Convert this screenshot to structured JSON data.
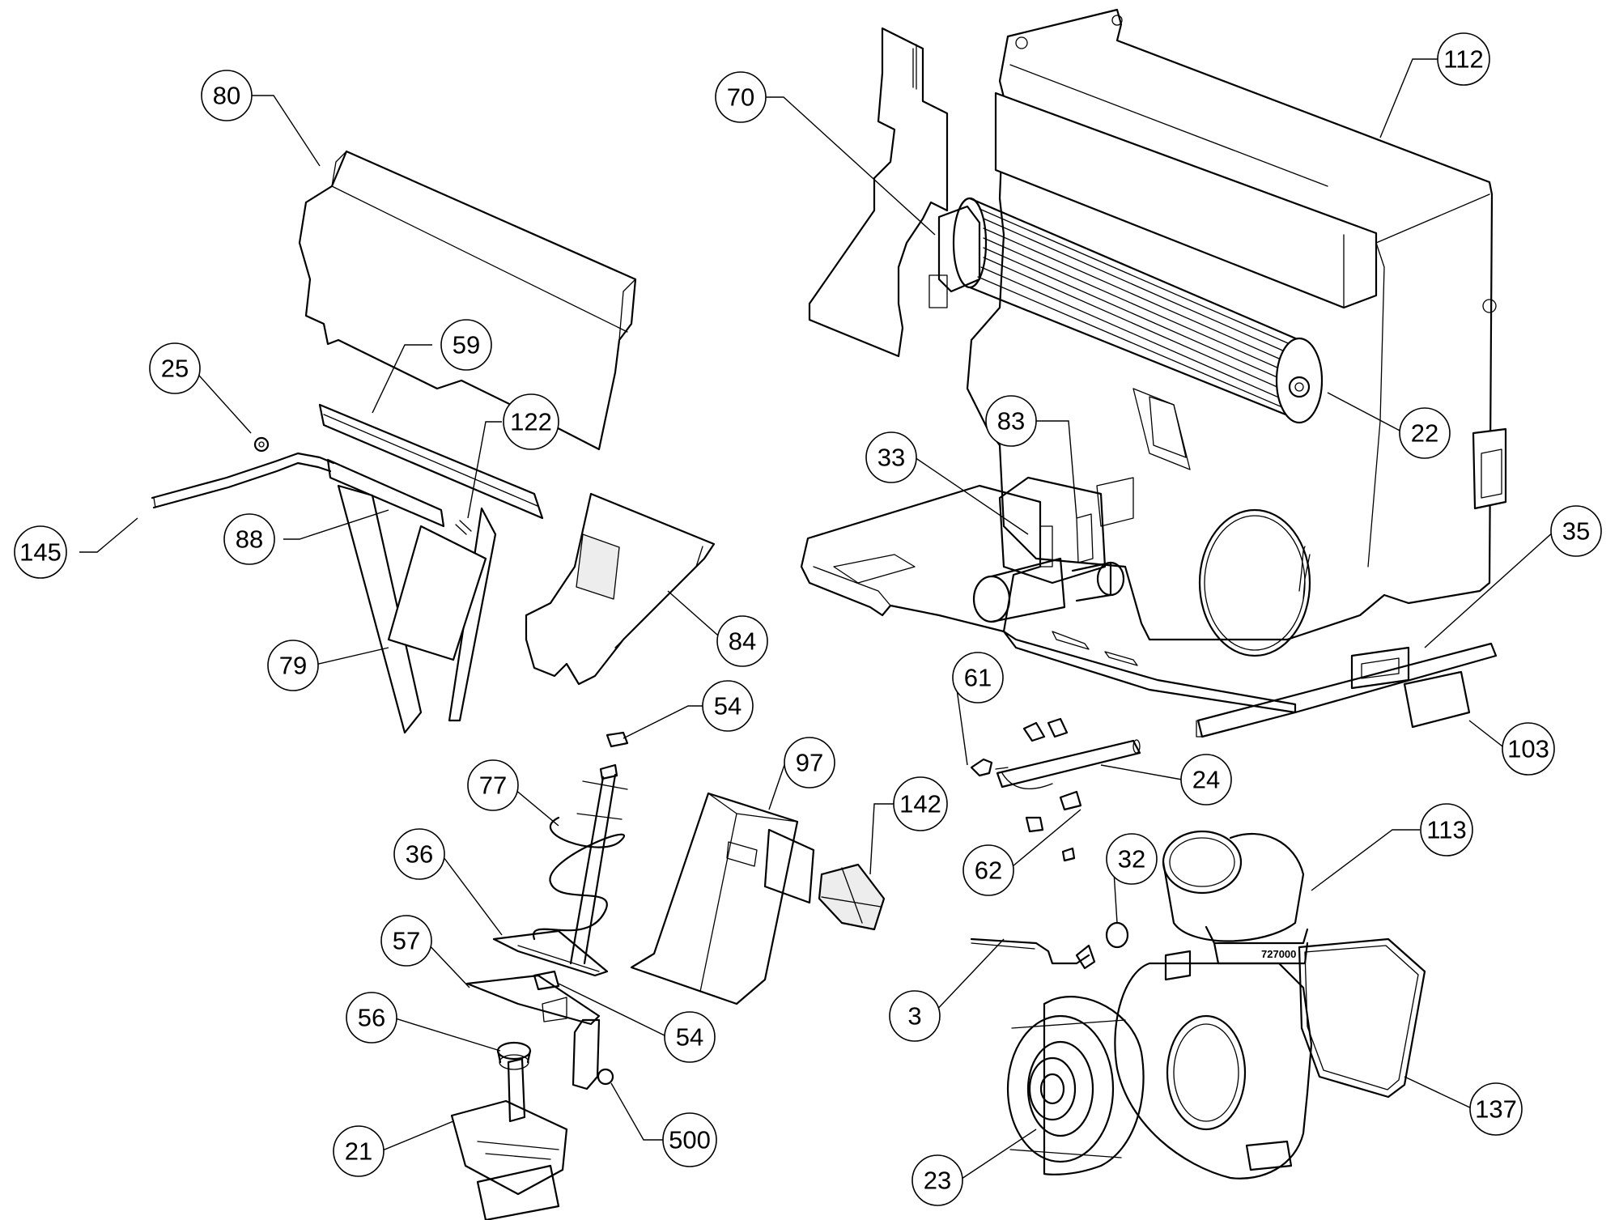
{
  "callouts": [
    {
      "id": "80",
      "label": "80"
    },
    {
      "id": "70",
      "label": "70"
    },
    {
      "id": "112",
      "label": "112"
    },
    {
      "id": "59",
      "label": "59"
    },
    {
      "id": "25",
      "label": "25"
    },
    {
      "id": "122",
      "label": "122"
    },
    {
      "id": "22",
      "label": "22"
    },
    {
      "id": "83",
      "label": "83"
    },
    {
      "id": "33",
      "label": "33"
    },
    {
      "id": "145",
      "label": "145"
    },
    {
      "id": "88",
      "label": "88"
    },
    {
      "id": "35",
      "label": "35"
    },
    {
      "id": "84",
      "label": "84"
    },
    {
      "id": "79",
      "label": "79"
    },
    {
      "id": "61",
      "label": "61"
    },
    {
      "id": "54a",
      "label": "54"
    },
    {
      "id": "103",
      "label": "103"
    },
    {
      "id": "97",
      "label": "97"
    },
    {
      "id": "77",
      "label": "77"
    },
    {
      "id": "24",
      "label": "24"
    },
    {
      "id": "142",
      "label": "142"
    },
    {
      "id": "113",
      "label": "113"
    },
    {
      "id": "36",
      "label": "36"
    },
    {
      "id": "62",
      "label": "62"
    },
    {
      "id": "32",
      "label": "32"
    },
    {
      "id": "57",
      "label": "57"
    },
    {
      "id": "3",
      "label": "3"
    },
    {
      "id": "56",
      "label": "56"
    },
    {
      "id": "54b",
      "label": "54"
    },
    {
      "id": "137",
      "label": "137"
    },
    {
      "id": "500",
      "label": "500"
    },
    {
      "id": "21",
      "label": "21"
    },
    {
      "id": "23",
      "label": "23"
    }
  ],
  "blower_stamp": "727000",
  "colors": {
    "line": "#000000",
    "background": "#ffffff",
    "shade": "#ededed"
  }
}
